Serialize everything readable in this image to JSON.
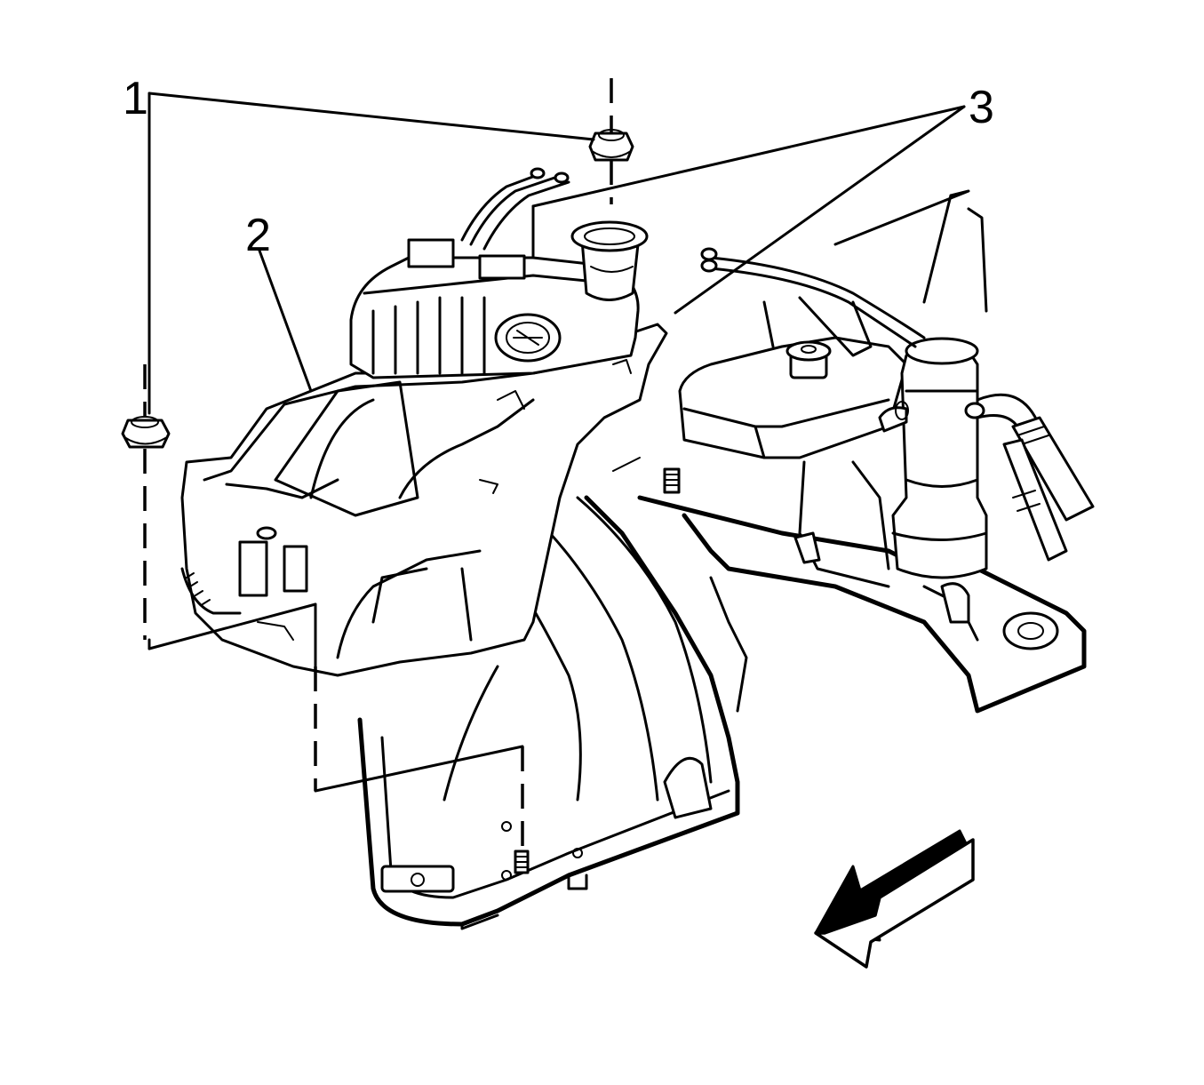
{
  "diagram": {
    "callouts": [
      {
        "id": "1",
        "label": "1"
      },
      {
        "id": "2",
        "label": "2"
      },
      {
        "id": "3",
        "label": "3"
      }
    ],
    "direction_arrow": "front-arrow-icon"
  }
}
